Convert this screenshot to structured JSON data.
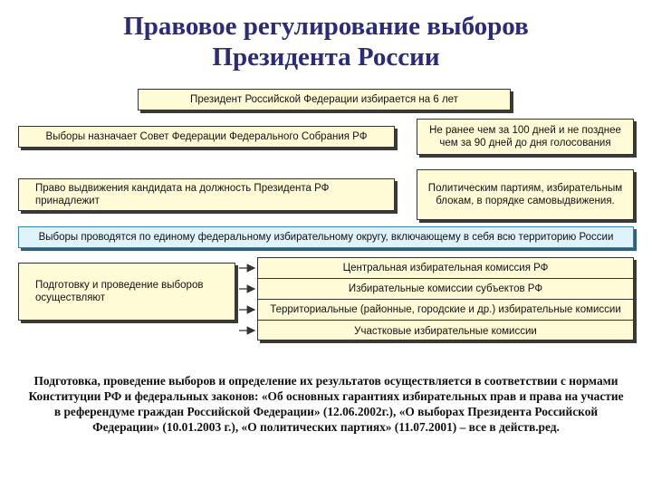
{
  "title_line1": "Правовое регулирование выборов",
  "title_line2": "Президента России",
  "boxes": {
    "term": "Президент Российской Федерации избирается на 6 лет",
    "called_by": "Выборы назначает Совет Федерации Федерального Собрания РФ",
    "timing": "Не ранее чем за 100 дней и не позднее чем за 90 дней до дня голосования",
    "nomination": "Право выдвижения кандидата на должность Президента РФ принадлежит",
    "nominators": "Политическим партиям, избирательным блокам, в порядке самовыдвижения.",
    "district": "Выборы проводятся по единому федеральному избирательному округу, включающему в себя всю территорию России",
    "conduct": "Подготовку и проведение выборов осуществляют"
  },
  "commissions": [
    "Центральная избирательная комиссия РФ",
    "Избирательные комиссии субъектов РФ",
    "Территориальные (районные, городские и др.) избирательные комиссии",
    "Участковые избирательные комиссии"
  ],
  "footnote": "Подготовка, проведение выборов и определение их результатов осуществляется в соответствии с нормами Конституции РФ и федеральных законов: «Об основных гарантиях избирательных прав и права на участие в референдуме граждан Российской Федерации» (12.06.2002г.), «О выборах Президента Российской Федерации» (10.01.2003 г.), «О политических партиях» (11.07.2001) – все в действ.ред."
}
